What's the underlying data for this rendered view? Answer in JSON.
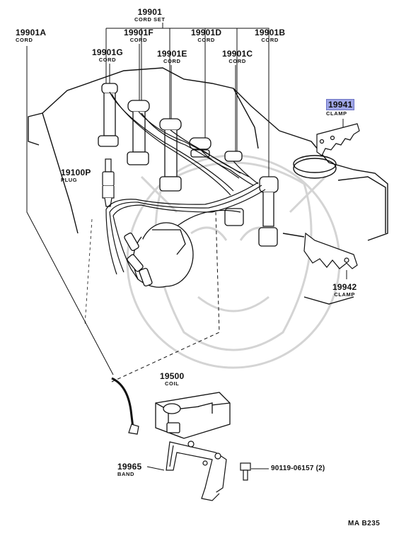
{
  "parts": {
    "cord_set": {
      "number": "19901",
      "name": "CORD SET"
    },
    "cord_a": {
      "number": "19901A",
      "name": "CORD"
    },
    "cord_b": {
      "number": "19901B",
      "name": "CORD"
    },
    "cord_c": {
      "number": "19901C",
      "name": "CORD"
    },
    "cord_d": {
      "number": "19901D",
      "name": "CORD"
    },
    "cord_e": {
      "number": "19901E",
      "name": "CORD"
    },
    "cord_f": {
      "number": "19901F",
      "name": "CORD"
    },
    "cord_g": {
      "number": "19901G",
      "name": "CORD"
    },
    "clamp_1": {
      "number": "19941",
      "name": "CLAMP"
    },
    "clamp_2": {
      "number": "19942",
      "name": "CLAMP"
    },
    "plug": {
      "number": "19100P",
      "name": "PLUG"
    },
    "coil": {
      "number": "19500",
      "name": "COIL"
    },
    "band": {
      "number": "19965",
      "name": "BAND"
    },
    "bolt": {
      "number": "90119-06157 (2)"
    }
  },
  "figure_ref": "MA  B235",
  "colors": {
    "line": "#111111",
    "highlight": "#9fa6e6",
    "watermark": "#d0d0d0"
  }
}
